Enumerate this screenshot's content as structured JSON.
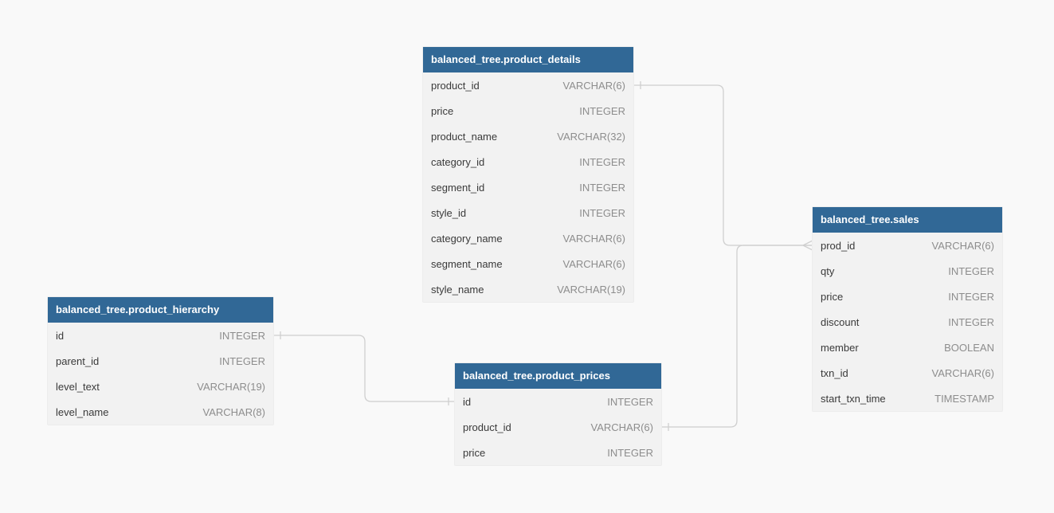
{
  "tables": {
    "product_details": {
      "title": "balanced_tree.product_details",
      "columns": [
        {
          "name": "product_id",
          "type": "VARCHAR(6)"
        },
        {
          "name": "price",
          "type": "INTEGER"
        },
        {
          "name": "product_name",
          "type": "VARCHAR(32)"
        },
        {
          "name": "category_id",
          "type": "INTEGER"
        },
        {
          "name": "segment_id",
          "type": "INTEGER"
        },
        {
          "name": "style_id",
          "type": "INTEGER"
        },
        {
          "name": "category_name",
          "type": "VARCHAR(6)"
        },
        {
          "name": "segment_name",
          "type": "VARCHAR(6)"
        },
        {
          "name": "style_name",
          "type": "VARCHAR(19)"
        }
      ]
    },
    "sales": {
      "title": "balanced_tree.sales",
      "columns": [
        {
          "name": "prod_id",
          "type": "VARCHAR(6)"
        },
        {
          "name": "qty",
          "type": "INTEGER"
        },
        {
          "name": "price",
          "type": "INTEGER"
        },
        {
          "name": "discount",
          "type": "INTEGER"
        },
        {
          "name": "member",
          "type": "BOOLEAN"
        },
        {
          "name": "txn_id",
          "type": "VARCHAR(6)"
        },
        {
          "name": "start_txn_time",
          "type": "TIMESTAMP"
        }
      ]
    },
    "product_hierarchy": {
      "title": "balanced_tree.product_hierarchy",
      "columns": [
        {
          "name": "id",
          "type": "INTEGER"
        },
        {
          "name": "parent_id",
          "type": "INTEGER"
        },
        {
          "name": "level_text",
          "type": "VARCHAR(19)"
        },
        {
          "name": "level_name",
          "type": "VARCHAR(8)"
        }
      ]
    },
    "product_prices": {
      "title": "balanced_tree.product_prices",
      "columns": [
        {
          "name": "id",
          "type": "INTEGER"
        },
        {
          "name": "product_id",
          "type": "VARCHAR(6)"
        },
        {
          "name": "price",
          "type": "INTEGER"
        }
      ]
    }
  },
  "relationships": [
    {
      "from": "product_details.product_id",
      "to": "sales.prod_id",
      "from_card": "one",
      "to_card": "many"
    },
    {
      "from": "product_prices.product_id",
      "to": "sales.prod_id",
      "from_card": "one",
      "to_card": "many"
    },
    {
      "from": "product_hierarchy.id",
      "to": "product_prices.id",
      "from_card": "one",
      "to_card": "one"
    }
  ],
  "colors": {
    "header": "#316896",
    "header_text": "#ffffff",
    "body": "#f2f2f2",
    "connector": "#cfcfcf",
    "background": "#f9f9f9"
  }
}
